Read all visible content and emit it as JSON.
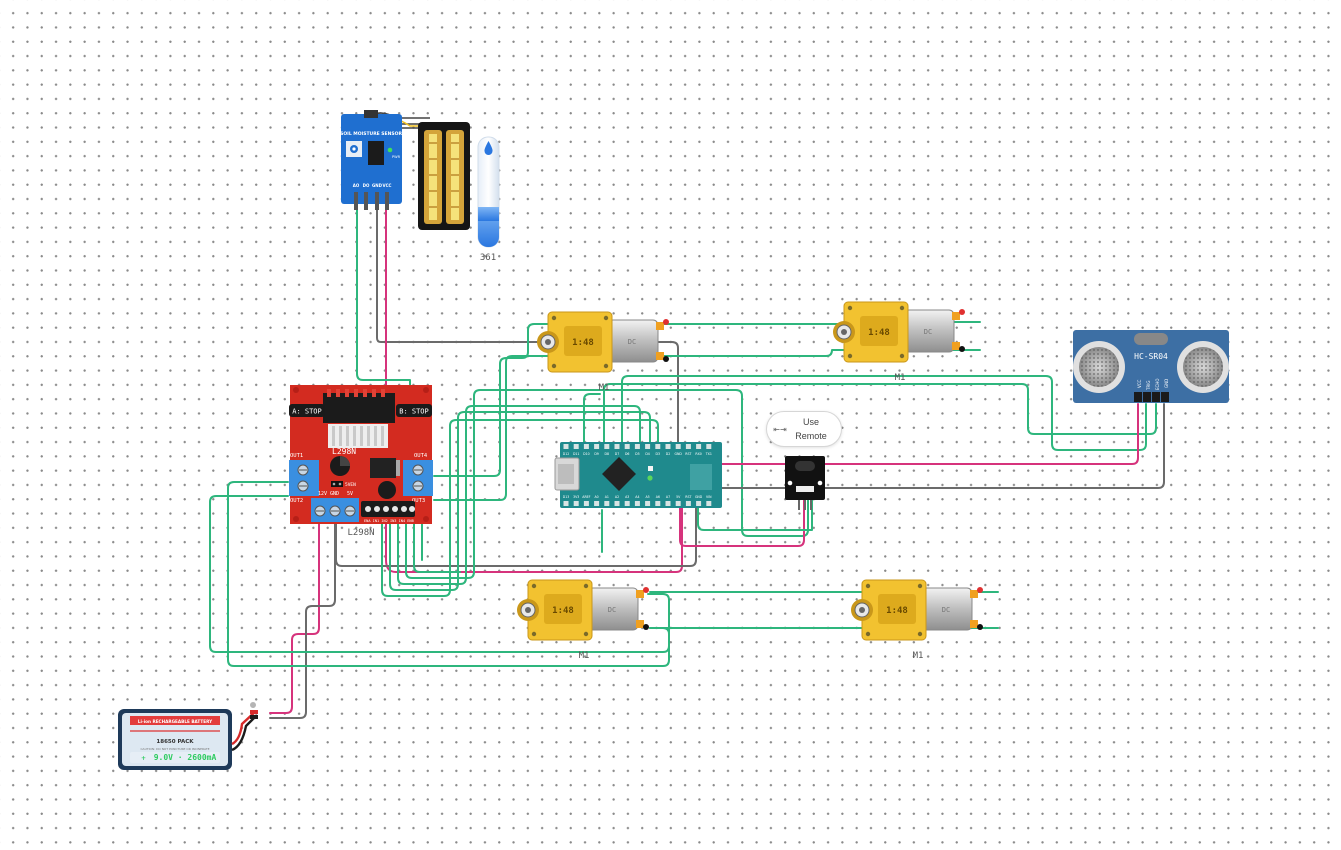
{
  "toolbar": {
    "remote_button": {
      "line1": "Use",
      "line2": "Remote",
      "icon": "collapse-arrows-icon"
    }
  },
  "components": {
    "soil_sensor": {
      "title": "SOIL MOISTURE SENSOR",
      "pins": [
        "AO",
        "DO",
        "GND",
        "VCC"
      ],
      "power_label": "PWR"
    },
    "moisture_probe": {
      "reading": "361",
      "icon": "water-drop-icon"
    },
    "motor_driver": {
      "chip_text": "L298N",
      "name_label": "L298N",
      "a_button": "A: STOP",
      "b_button": "B: STOP",
      "out1": "OUT1",
      "out2": "OUT2",
      "out3": "OUT3",
      "out4": "OUT4",
      "pins_12v": "12V",
      "pins_gnd": "GND",
      "pins_5v": "5V",
      "jumper": "5VEN",
      "ctrl_pins": "ENA IN1 IN2 IN3 IN4 ENB"
    },
    "arduino": {
      "top_pins": [
        "D12",
        "D11",
        "D10",
        "D9",
        "D8",
        "D7",
        "D6",
        "D5",
        "D4",
        "D3",
        "D2",
        "GND",
        "RST",
        "RX0",
        "TX1"
      ],
      "bottom_pins": [
        "D13",
        "3V3",
        "AREF",
        "A0",
        "A1",
        "A2",
        "A3",
        "A4",
        "A5",
        "A6",
        "A7",
        "5V",
        "RST",
        "GND",
        "VIN"
      ]
    },
    "ultrasonic": {
      "model": "HC-SR04",
      "pins": [
        "VCC",
        "TRIG",
        "ECHO",
        "GND"
      ]
    },
    "ir_receiver": {},
    "battery": {
      "header": "Li-ion RECHARGEABLE BATTERY",
      "pack": "18650 PACK",
      "caution": "CAUTION: DO NOT PUNCTURE OR INCINERATE",
      "spec": "9.0V · 2600mA",
      "sign": "+"
    },
    "motors": [
      {
        "ratio": "1:48",
        "body": "DC",
        "label": "M1"
      },
      {
        "ratio": "1:48",
        "body": "DC",
        "label": "M1"
      },
      {
        "ratio": "1:48",
        "body": "DC",
        "label": "M1"
      },
      {
        "ratio": "1:48",
        "body": "DC",
        "label": "M1"
      }
    ]
  },
  "colors": {
    "wire_green": "#2eb67d",
    "wire_pink": "#d6337c",
    "wire_gray": "#6b6b6b",
    "wire_black": "#1b1b1b",
    "wire_red": "#d62a2a",
    "driver_red": "#d32b20",
    "terminal_blue": "#3a8fe0",
    "sensor_blue": "#1f6fd0",
    "arduino_teal": "#1f8a8d",
    "hcsr04_blue": "#3d6fa4",
    "motor_yellow": "#f2c230"
  }
}
